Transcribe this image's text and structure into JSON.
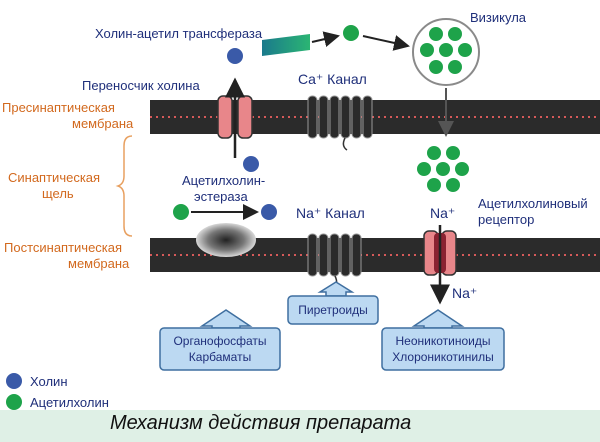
{
  "labels": {
    "choline_acetyltransferase": "Холин-ацетил трансфераза",
    "vesicle": "Визикула",
    "choline_transporter": "Переносчик холина",
    "ca_channel": "Ca⁺ Канал",
    "presynaptic_membrane_line1": "Пресинаптическая",
    "presynaptic_membrane_line2": "мембрана",
    "synaptic_cleft_line1": "Синаптическая",
    "synaptic_cleft_line2": "щель",
    "acetylcholinesterase_line1": "Ацетилхолин-",
    "acetylcholinesterase_line2": "эстераза",
    "na_channel": "Na⁺ Канал",
    "na_ion_top": "Na⁺",
    "acetylcholine_receptor_line1": "Ацетилхолиновый",
    "acetylcholine_receptor_line2": "рецептор",
    "postsynaptic_membrane_line1": "Постсинаптическая",
    "postsynaptic_membrane_line2": "мембрана",
    "na_ion_bottom": "Na⁺"
  },
  "boxes": {
    "pyrethroids": "Пиретроиды",
    "organophosphates_line1": "Органофосфаты",
    "organophosphates_line2": "Карбаматы",
    "neonicotinoids_line1": "Неоникотиноиды",
    "neonicotinoids_line2": "Хлороникотинилы"
  },
  "legend": {
    "choline": "Холин",
    "acetylcholine": "Ацетилхолин"
  },
  "caption": "Механизм действия препарата",
  "colors": {
    "choline": "#3a5aa8",
    "acetylcholine": "#1ea34a",
    "membrane": "#2b2b2b",
    "transporter": "#e8868a",
    "box_fill": "#bcd9f2",
    "box_stroke": "#3f6fa0",
    "label_blue": "#1f2f7a",
    "label_orange": "#d2691e"
  }
}
